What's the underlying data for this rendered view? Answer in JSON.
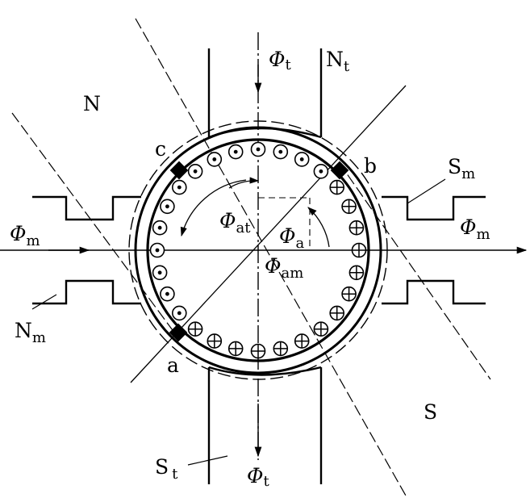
{
  "labels": {
    "flux_top": {
      "sym": "Φ",
      "sub": "t"
    },
    "north_top": {
      "sym": "N",
      "sub": "t"
    },
    "north_pole": "N",
    "brush_c": "c",
    "brush_b": "b",
    "south_main": {
      "sym": "S",
      "sub": "m"
    },
    "flux_left": {
      "sym": "Φ",
      "sub": "m"
    },
    "flux_right": {
      "sym": "Φ",
      "sub": "m"
    },
    "flux_at": {
      "sym": "Φ",
      "sub": "at"
    },
    "flux_a": {
      "sym": "Φ",
      "sub": "a"
    },
    "flux_am": {
      "sym": "Φ",
      "sub": "am"
    },
    "north_main": {
      "sym": "N",
      "sub": "m"
    },
    "brush_a": "a",
    "south_pole": "S",
    "south_bottom": {
      "sym": "S",
      "sub": "t"
    },
    "flux_bottom": {
      "sym": "Φ",
      "sub": "t"
    }
  },
  "conductors": {
    "out_of_page_count": 14,
    "into_page_count": 14
  }
}
